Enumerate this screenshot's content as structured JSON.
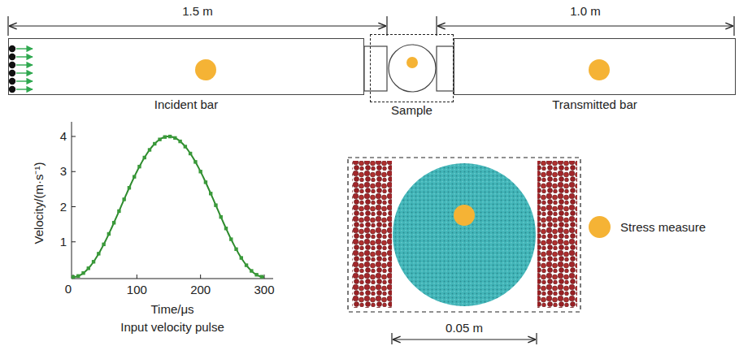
{
  "diagram": {
    "nodes": [
      {
        "text": [
          "Incident bar"
        ]
      },
      {
        "text": [
          "Sample"
        ]
      },
      {
        "text": [
          "Transmitted bar"
        ]
      }
    ],
    "labels": [
      "1.5 m",
      "1.0 m",
      "1",
      "2",
      "3",
      "4",
      "0",
      "100",
      "200",
      "300",
      "Velocity/(m·s⁻¹)",
      "Time/μs",
      "Input velocity pulse",
      "0.05 m"
    ],
    "legend": [
      {
        "text": "Stress measure",
        "color": "#f5b335"
      }
    ]
  }
}
